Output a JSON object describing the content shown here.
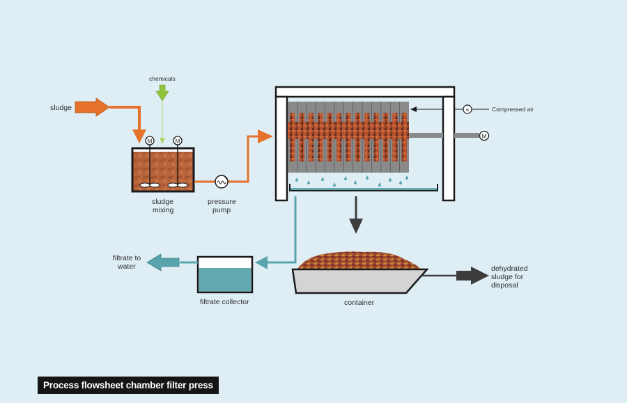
{
  "title": "Process flowsheet chamber filter press",
  "colors": {
    "background": "#dfeef5",
    "sludge_flow": "#e5712a",
    "chemicals_flow": "#8fc43c",
    "filtrate_flow": "#5aa5ad",
    "solids_flow": "#3d3d3d",
    "sludge_fill": "#b8643a",
    "plate_gray": "#8a8a8a",
    "water": "#65a9b0"
  },
  "labels": {
    "sludge_in": "sludge",
    "chemicals": "chemicals",
    "mixing_line1": "sludge",
    "mixing_line2": "mixing",
    "pump_line1": "pressure",
    "pump_line2": "pump",
    "compressed_air": "Compressed air",
    "filtrate_out_line1": "filtrate to",
    "filtrate_out_line2": "water",
    "filtrate_collector": "filtrate collector",
    "container": "container",
    "disposal_line1": "dehydrated",
    "disposal_line2": "sludge for",
    "disposal_line3": "disposal"
  },
  "symbols": {
    "motor": "M",
    "pump": "~",
    "compressor": "«"
  },
  "filter_press": {
    "plate_count": 13
  }
}
